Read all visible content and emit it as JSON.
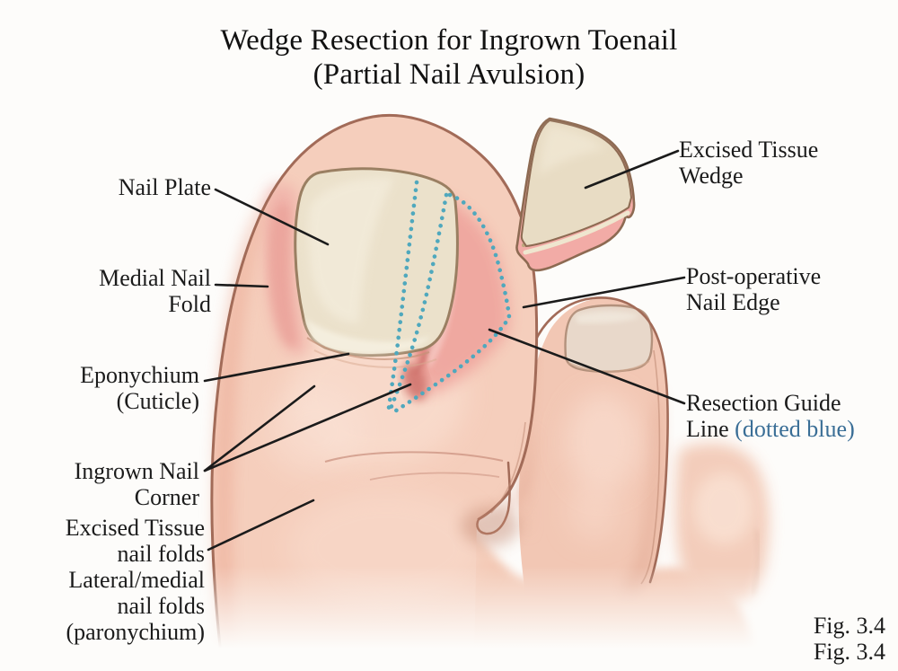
{
  "title": {
    "line1": "Wedge Resection for Ingrown Toenail",
    "line2": "(Partial Nail Avulsion)"
  },
  "labels": {
    "nail_plate": {
      "line1": "Nail Plate"
    },
    "medial_nail_fold": {
      "line1": "Medial Nail",
      "line2": "Fold"
    },
    "eponychium": {
      "line1": "Eponychium",
      "line2": "(Cuticle)"
    },
    "ingrown_nail_corner": {
      "line1": "Ingrown Nail",
      "line2": "Corner"
    },
    "excised_tissue_folds": {
      "line1": "Excised Tissue",
      "line2": "nail folds",
      "line3": "Lateral/medial",
      "line4": "nail folds",
      "line5": "(paronychium)"
    },
    "excised_tissue_wedge": {
      "line1": "Excised Tissue",
      "line2": "Wedge"
    },
    "post_operative_nail_edge": {
      "line1": "Post-operative",
      "line2": "Nail Edge"
    },
    "resection_guide_line": {
      "line1": "Resection Guide",
      "line2_black": "Line",
      "line2_blue": "(dotted blue)"
    }
  },
  "figure": {
    "ref_line1": "Fig. 3.4",
    "ref_line2": "Fig. 3.4"
  },
  "colors": {
    "resection_dotted_blue": "#4fa8bd",
    "note_blue": "#3a6e96",
    "skin": "#f5cebc",
    "skin_outline": "#a26b58",
    "nail": "#ebe1cb",
    "nail_outline": "#9a7f62",
    "inflamed_pink": "#efa49d",
    "label_text": "#1b1b1b"
  }
}
